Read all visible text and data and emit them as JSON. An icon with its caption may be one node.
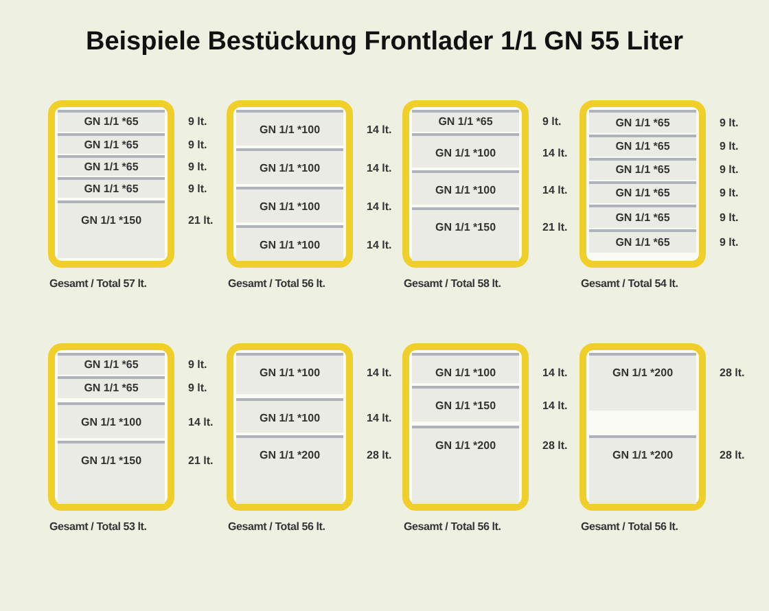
{
  "diagram": {
    "title": "Beispiele Bestückung Frontlader 1/1 GN 55 Liter",
    "nodes": [
      {
        "text": [
          "Gesamt / Total 57 lt."
        ]
      },
      {
        "text": [
          "GN 1/1 *65"
        ],
        "in": 0,
        "beside": [
          "9 lt."
        ]
      },
      {
        "text": [
          "GN 1/1 *65"
        ],
        "in": 0,
        "beside": [
          "9 lt."
        ]
      },
      {
        "text": [
          "GN 1/1 *65"
        ],
        "in": 0,
        "beside": [
          "9 lt."
        ]
      },
      {
        "text": [
          "GN 1/1 *65"
        ],
        "in": 0,
        "beside": [
          "9 lt."
        ]
      },
      {
        "text": [
          "GN 1/1 *150"
        ],
        "in": 0,
        "beside": [
          "21 lt."
        ]
      },
      {
        "text": [
          "Gesamt / Total 56 lt."
        ]
      },
      {
        "text": [
          "GN 1/1 *100"
        ],
        "in": 6,
        "beside": [
          "14 lt."
        ]
      },
      {
        "text": [
          "GN 1/1 *100"
        ],
        "in": 6,
        "beside": [
          "14 lt."
        ]
      },
      {
        "text": [
          "GN 1/1 *100"
        ],
        "in": 6,
        "beside": [
          "14 lt."
        ]
      },
      {
        "text": [
          "GN 1/1 *100"
        ],
        "in": 6,
        "beside": [
          "14 lt."
        ]
      },
      {
        "text": [
          "Gesamt / Total 58 lt."
        ]
      },
      {
        "text": [
          "GN 1/1 *65"
        ],
        "in": 11,
        "beside": [
          "9 lt."
        ]
      },
      {
        "text": [
          "GN 1/1 *100"
        ],
        "in": 11,
        "beside": [
          "14 lt."
        ]
      },
      {
        "text": [
          "GN 1/1 *100"
        ],
        "in": 11,
        "beside": [
          "14 lt."
        ]
      },
      {
        "text": [
          "GN 1/1 *150"
        ],
        "in": 11,
        "beside": [
          "21 lt."
        ]
      },
      {
        "text": [
          "Gesamt / Total 54 lt."
        ]
      },
      {
        "text": [
          "GN 1/1 *65"
        ],
        "in": 16,
        "beside": [
          "9 lt."
        ]
      },
      {
        "text": [
          "GN 1/1 *65"
        ],
        "in": 16,
        "beside": [
          "9 lt."
        ]
      },
      {
        "text": [
          "GN 1/1 *65"
        ],
        "in": 16,
        "beside": [
          "9 lt."
        ]
      },
      {
        "text": [
          "GN 1/1 *65"
        ],
        "in": 16,
        "beside": [
          "9 lt."
        ]
      },
      {
        "text": [
          "GN 1/1 *65"
        ],
        "in": 16,
        "beside": [
          "9 lt."
        ]
      },
      {
        "text": [
          "GN 1/1 *65"
        ],
        "in": 16,
        "beside": [
          "9 lt."
        ]
      },
      {
        "text": [
          "Gesamt / Total 53 lt."
        ]
      },
      {
        "text": [
          "GN 1/1 *65"
        ],
        "in": 23,
        "beside": [
          "9 lt."
        ]
      },
      {
        "text": [
          "GN 1/1 *65"
        ],
        "in": 23,
        "beside": [
          "9 lt."
        ]
      },
      {
        "text": [
          "GN 1/1 *100"
        ],
        "in": 23,
        "beside": [
          "14 lt."
        ]
      },
      {
        "text": [
          "GN 1/1 *150"
        ],
        "in": 23,
        "beside": [
          "21 lt."
        ]
      },
      {
        "text": [
          "Gesamt / Total 56 lt."
        ]
      },
      {
        "text": [
          "GN 1/1 *100"
        ],
        "in": 28,
        "beside": [
          "14 lt."
        ]
      },
      {
        "text": [
          "GN 1/1 *100"
        ],
        "in": 28,
        "beside": [
          "14 lt."
        ]
      },
      {
        "text": [
          "GN 1/1 *200"
        ],
        "in": 28,
        "beside": [
          "28 lt."
        ]
      },
      {
        "text": [
          "Gesamt / Total 56 lt."
        ]
      },
      {
        "text": [
          "GN 1/1 *100"
        ],
        "in": 32,
        "beside": [
          "14 lt."
        ]
      },
      {
        "text": [
          "GN 1/1 *150"
        ],
        "in": 32,
        "beside": [
          "14 lt."
        ]
      },
      {
        "text": [
          "GN 1/1 *200"
        ],
        "in": 32,
        "beside": [
          "28 lt."
        ]
      },
      {
        "text": [
          "Gesamt / Total 56 lt."
        ]
      },
      {
        "text": [
          "GN 1/1 *200"
        ],
        "in": 36,
        "beside": [
          "28 lt."
        ]
      },
      {
        "text": [
          "GN 1/1 *200"
        ],
        "in": 36,
        "beside": [
          "28 lt."
        ]
      }
    ]
  }
}
